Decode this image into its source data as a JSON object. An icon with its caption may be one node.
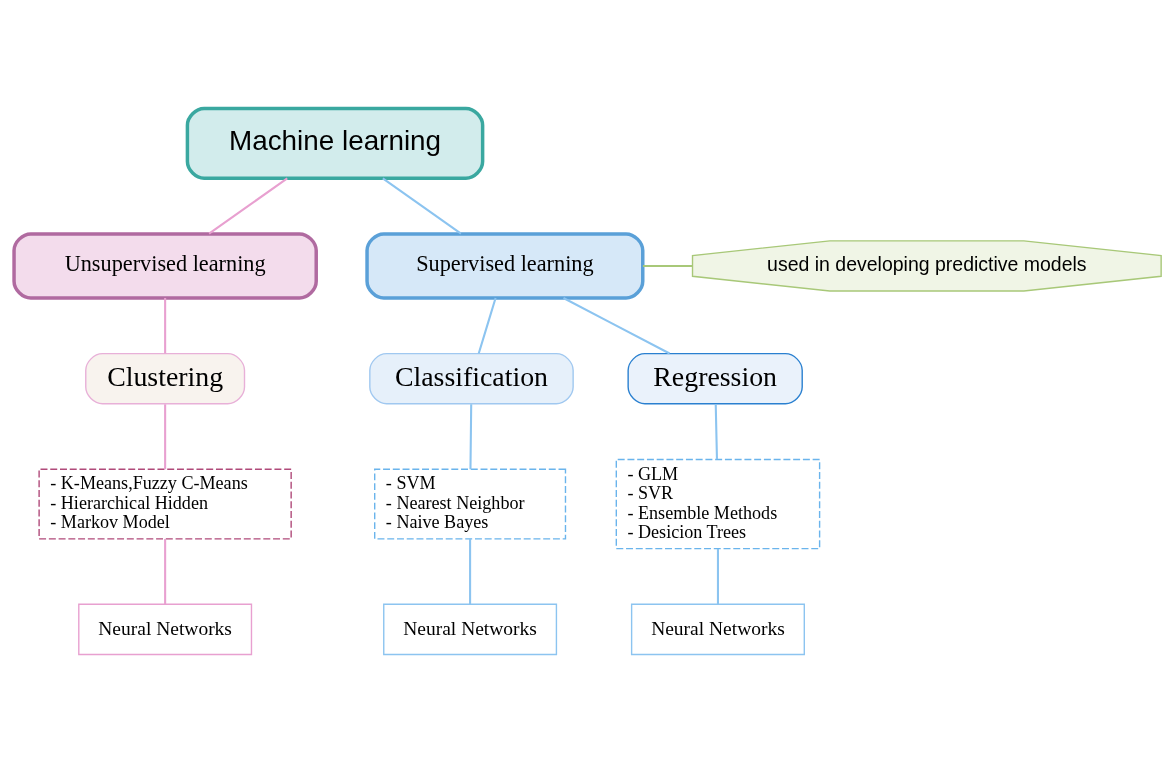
{
  "diagram": {
    "nodes": [
      {
        "text": [
          "Machine learning"
        ]
      },
      {
        "text": [
          "Unsupervised learning"
        ]
      },
      {
        "text": [
          "Supervised learning"
        ]
      },
      {
        "text": [
          "used in developing predictive models"
        ]
      },
      {
        "text": [
          "Clustering"
        ]
      },
      {
        "text": [
          "Classification"
        ]
      },
      {
        "text": [
          "Regression"
        ]
      },
      {
        "text": [
          "- K-Means,Fuzzy C-Means",
          "- Hierarchical Hidden",
          "- Markov Model"
        ]
      },
      {
        "text": [
          "- SVM",
          "- Nearest Neighbor",
          "- Naive Bayes"
        ]
      },
      {
        "text": [
          "- GLM",
          "- SVR",
          "- Ensemble Methods",
          "- Desicion Trees"
        ]
      },
      {
        "text": [
          "Neural Networks"
        ]
      },
      {
        "text": [
          "Neural Networks"
        ]
      },
      {
        "text": [
          "Neural Networks"
        ]
      }
    ],
    "edges": [
      {
        "from": 0,
        "to": 1,
        "arrow": "none",
        "color": "#e8a0d0"
      },
      {
        "from": 0,
        "to": 2,
        "arrow": "none"
      },
      {
        "from": 2,
        "to": 3,
        "arrow": "none",
        "color": "#a8c878"
      },
      {
        "from": 1,
        "to": 4,
        "arrow": "none",
        "color": "#e8a0d0"
      },
      {
        "from": 2,
        "to": 5,
        "arrow": "none"
      },
      {
        "from": 2,
        "to": 6,
        "arrow": "none"
      },
      {
        "from": 4,
        "to": 7,
        "arrow": "none",
        "color": "#e8a0d0"
      },
      {
        "from": 5,
        "to": 8,
        "arrow": "none"
      },
      {
        "from": 6,
        "to": 9,
        "arrow": "none"
      },
      {
        "from": 7,
        "to": 10,
        "arrow": "none",
        "color": "#e8a0d0"
      },
      {
        "from": 8,
        "to": 11,
        "arrow": "none"
      },
      {
        "from": 9,
        "to": 12,
        "arrow": "none"
      }
    ]
  }
}
